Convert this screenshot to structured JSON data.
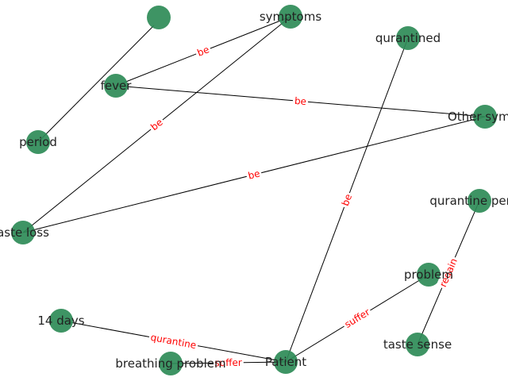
{
  "graph": {
    "nodes": [
      {
        "id": "top",
        "label": ""
      },
      {
        "id": "symptoms",
        "label": "symptoms"
      },
      {
        "id": "quarantined",
        "label": "qurantined"
      },
      {
        "id": "fever",
        "label": "fever"
      },
      {
        "id": "other",
        "label": "Other sympt"
      },
      {
        "id": "period",
        "label": "period"
      },
      {
        "id": "qperiod",
        "label": "qurantine period"
      },
      {
        "id": "tasteloss",
        "label": "aste loss"
      },
      {
        "id": "problem",
        "label": "problem"
      },
      {
        "id": "tastesense",
        "label": "taste sense"
      },
      {
        "id": "days",
        "label": "14 days"
      },
      {
        "id": "breathing",
        "label": "breathing problem"
      },
      {
        "id": "patient",
        "label": "Patient"
      }
    ],
    "edges": [
      {
        "source": "top",
        "target": "period",
        "label": ""
      },
      {
        "source": "fever",
        "target": "symptoms",
        "label": "be"
      },
      {
        "source": "fever",
        "target": "other",
        "label": "be"
      },
      {
        "source": "symptoms",
        "target": "tasteloss",
        "label": "be"
      },
      {
        "source": "tasteloss",
        "target": "other",
        "label": "be"
      },
      {
        "source": "quarantined",
        "target": "patient",
        "label": "be"
      },
      {
        "source": "qperiod",
        "target": "tastesense",
        "label": "regain"
      },
      {
        "source": "patient",
        "target": "problem",
        "label": "suffer"
      },
      {
        "source": "days",
        "target": "patient",
        "label": "qurantine"
      },
      {
        "source": "breathing",
        "target": "patient",
        "label": "suffer"
      }
    ],
    "colors": {
      "node": "#2e8b57",
      "edge": "#000000",
      "edge_label": "#ff0000"
    }
  }
}
